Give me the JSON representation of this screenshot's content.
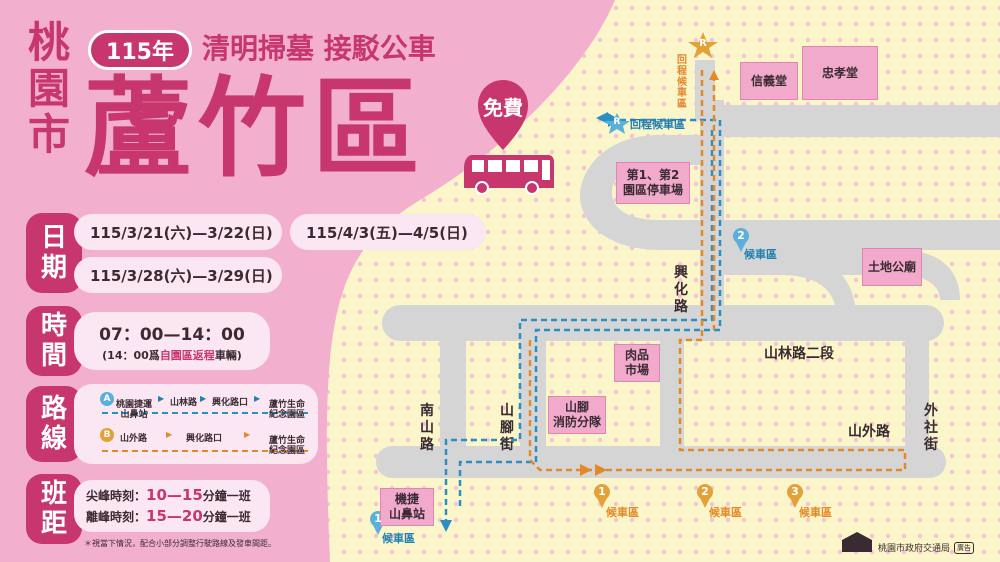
{
  "header": {
    "city": "桃園市",
    "year_badge": "115年",
    "subtitle": "清明掃墓 接駁公車",
    "district": "蘆竹區",
    "free_badge": "免費"
  },
  "sections": {
    "dates": {
      "label": "日期",
      "items": [
        "115/3/21(六)—3/22(日)",
        "115/4/3(五)—4/5(日)",
        "115/3/28(六)—3/29(日)"
      ]
    },
    "time": {
      "label": "時間",
      "main": "07：00—14：00",
      "note_prefix": "(14：00爲",
      "note_highlight": "自園區返程",
      "note_suffix": "車輛)"
    },
    "route": {
      "label": "路線",
      "route_a": {
        "marker": "A",
        "stops": [
          "桃園捷運\n山鼻站",
          "山林路",
          "興化路口",
          "蘆竹生命\n紀念園區"
        ]
      },
      "route_b": {
        "marker": "B",
        "stops": [
          "山外路",
          "興化路口",
          "蘆竹生命\n紀念園區"
        ]
      }
    },
    "interval": {
      "label": "班距",
      "peak_label": "尖峰時刻：",
      "peak_value": "10—15",
      "peak_unit": "分鐘一班",
      "offpeak_label": "離峰時刻：",
      "offpeak_value": "15—20",
      "offpeak_unit": "分鐘一班"
    },
    "footnote": "＊視當下情況，配合小部分調整行駛路線及發車間距。"
  },
  "map": {
    "buildings": {
      "xinyi": "信義堂",
      "zhongxiao": "忠孝堂",
      "parking": "第1、第2\n園區停車場",
      "land_temple": "土地公廟",
      "meat_market": "肉品\n市場",
      "fire_station": "山腳\n消防分隊",
      "mrt_station": "機捷\n山鼻站"
    },
    "roads": {
      "xinghua": "興\n化\n路",
      "shanlin": "山林路二段",
      "nanshan": "南\n山\n路",
      "shanjiao": "山\n腳\n街",
      "shanwai": "山外路",
      "waishe": "外\n社\n街"
    },
    "stops": {
      "return_top_marker": "R",
      "return_top_label": "回\n程\n候\n車\n區",
      "return_mid_marker": "R",
      "return_mid_label": "回程候車區",
      "blue_2_num": "2",
      "blue_2_label": "候車區",
      "blue_1_num": "1",
      "blue_1_label": "候車區",
      "orange_1_num": "1",
      "orange_1_label": "候車區",
      "orange_2_num": "2",
      "orange_2_label": "候車區",
      "orange_3_num": "3",
      "orange_3_label": "候車區"
    },
    "colors": {
      "route_a": "#2a8fc4",
      "route_b": "#e3892a",
      "road": "#d5d5d5",
      "building": "#f1a9cc",
      "accent": "#c7366d"
    }
  },
  "footer": {
    "agency": "桃園市政府交通局",
    "ad_tag": "廣告"
  }
}
